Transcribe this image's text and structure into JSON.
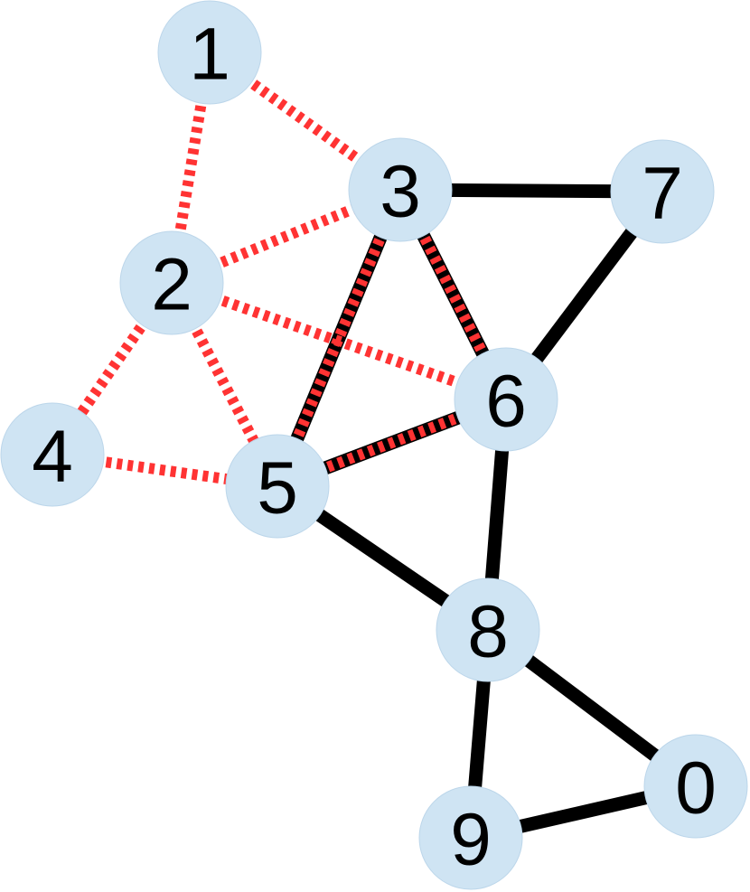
{
  "colors": {
    "node_fill": "#cfe4f3",
    "solid_edge": "#000000",
    "dashed_edge": "#ff3333",
    "label": "#000000"
  },
  "nodes": [
    {
      "id": "1",
      "label": "1"
    },
    {
      "id": "2",
      "label": "2"
    },
    {
      "id": "3",
      "label": "3"
    },
    {
      "id": "4",
      "label": "4"
    },
    {
      "id": "5",
      "label": "5"
    },
    {
      "id": "6",
      "label": "6"
    },
    {
      "id": "7",
      "label": "7"
    },
    {
      "id": "8",
      "label": "8"
    },
    {
      "id": "9",
      "label": "9"
    },
    {
      "id": "0",
      "label": "0"
    }
  ],
  "solid_edges": [
    [
      "3",
      "7"
    ],
    [
      "7",
      "6"
    ],
    [
      "3",
      "6"
    ],
    [
      "3",
      "5"
    ],
    [
      "5",
      "6"
    ],
    [
      "6",
      "8"
    ],
    [
      "5",
      "8"
    ],
    [
      "8",
      "9"
    ],
    [
      "8",
      "0"
    ],
    [
      "9",
      "0"
    ]
  ],
  "dashed_edges": [
    [
      "1",
      "2"
    ],
    [
      "1",
      "3"
    ],
    [
      "2",
      "3"
    ],
    [
      "2",
      "4"
    ],
    [
      "2",
      "5"
    ],
    [
      "2",
      "6"
    ],
    [
      "4",
      "5"
    ],
    [
      "3",
      "5"
    ],
    [
      "3",
      "6"
    ],
    [
      "5",
      "6"
    ]
  ]
}
